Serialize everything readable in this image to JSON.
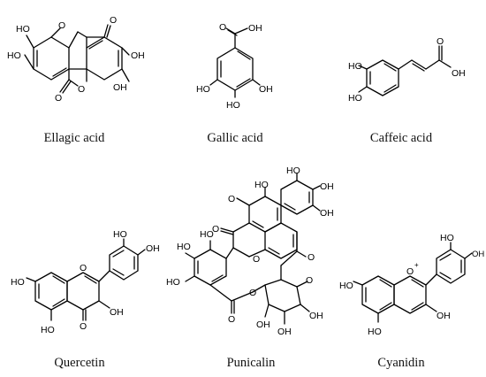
{
  "figure": {
    "compounds": [
      {
        "name": "Ellagic acid"
      },
      {
        "name": "Gallic acid"
      },
      {
        "name": "Caffeic acid"
      },
      {
        "name": "Quercetin"
      },
      {
        "name": "Punicalin"
      },
      {
        "name": "Cyanidin"
      }
    ],
    "atom_labels": {
      "hydroxyl": "HO",
      "hydroxyl_right": "OH",
      "oxygen": "O",
      "carboxyl": "OH",
      "charge": "+"
    }
  }
}
